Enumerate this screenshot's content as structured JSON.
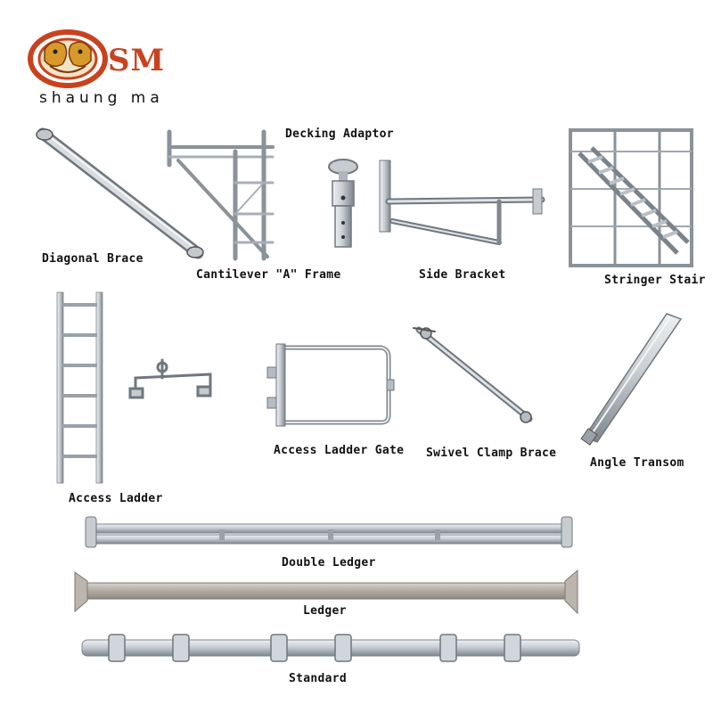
{
  "brand": {
    "logo_letters": "SM",
    "subtitle": "shaung ma",
    "colors": {
      "logo_red": "#c8421e",
      "logo_gold": "#d79a2a"
    }
  },
  "items": {
    "decking_adaptor": "Decking Adaptor",
    "diagonal_brace": "Diagonal Brace",
    "cantilever_frame": "Cantilever \"A\" Frame",
    "side_bracket": "Side Bracket",
    "stringer_stair": "Stringer Stair",
    "access_ladder_gate": "Access Ladder Gate",
    "swivel_clamp_brace": "Swivel Clamp Brace",
    "angle_transom": "Angle Transom",
    "access_ladder": "Access Ladder",
    "double_ledger": "Double Ledger",
    "ledger": "Ledger",
    "standard": "Standard"
  },
  "colors": {
    "steel_light": "#e4e7ea",
    "steel_mid": "#b5bcc3",
    "steel_dark": "#6f7780"
  }
}
